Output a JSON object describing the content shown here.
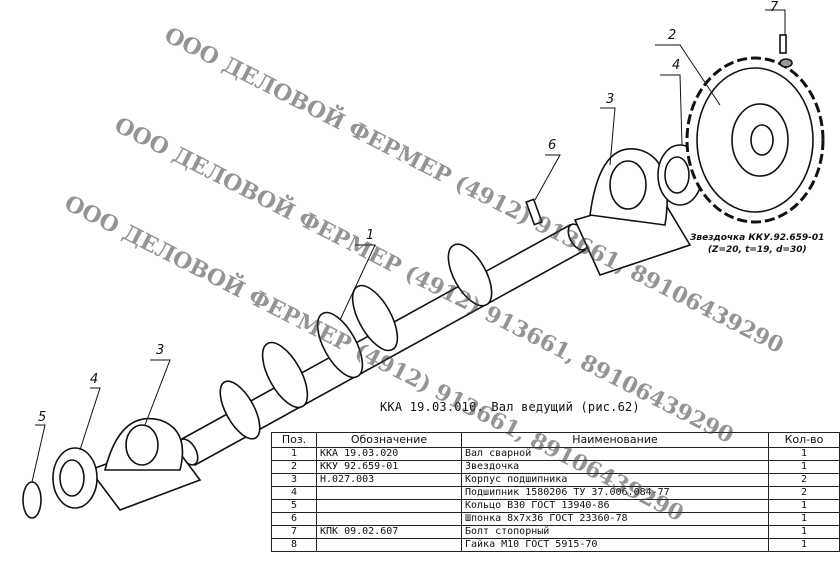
{
  "drawing": {
    "title": "ККА 19.03.010. Вал ведущий (рис.62)",
    "callouts": [
      "1",
      "2",
      "3",
      "4",
      "5",
      "6",
      "7",
      "3",
      "4"
    ],
    "sprocket_caption": [
      "Звездочка ККУ.92.659-01",
      "(Z=20, t=19, d=30)"
    ]
  },
  "watermark": {
    "text": "ООО ДЕЛОВОЙ ФЕРМЕР (4912) 913661, 89106439290"
  },
  "table": {
    "headers": [
      "Поз.",
      "Обозначение",
      "Наименование",
      "Кол-во"
    ],
    "rows": [
      [
        "1",
        "ККА 19.03.020",
        "Вал сварной",
        "1"
      ],
      [
        "2",
        "ККУ 92.659-01",
        "Звездочка",
        "1"
      ],
      [
        "3",
        "Н.027.003",
        "Корпус подшипника",
        "2"
      ],
      [
        "4",
        "",
        "Подшипник 1580206 ТУ 37.006.084-77",
        "2"
      ],
      [
        "5",
        "",
        "Кольцо В30 ГОСТ 13940-86",
        "1"
      ],
      [
        "6",
        "",
        "Шпонка 8х7х36 ГОСТ 23360-78",
        "1"
      ],
      [
        "7",
        "КПК 09.02.607",
        "Болт стопорный",
        "1"
      ],
      [
        "8",
        "",
        "Гайка М10 ГОСТ 5915-70",
        "1"
      ]
    ]
  }
}
